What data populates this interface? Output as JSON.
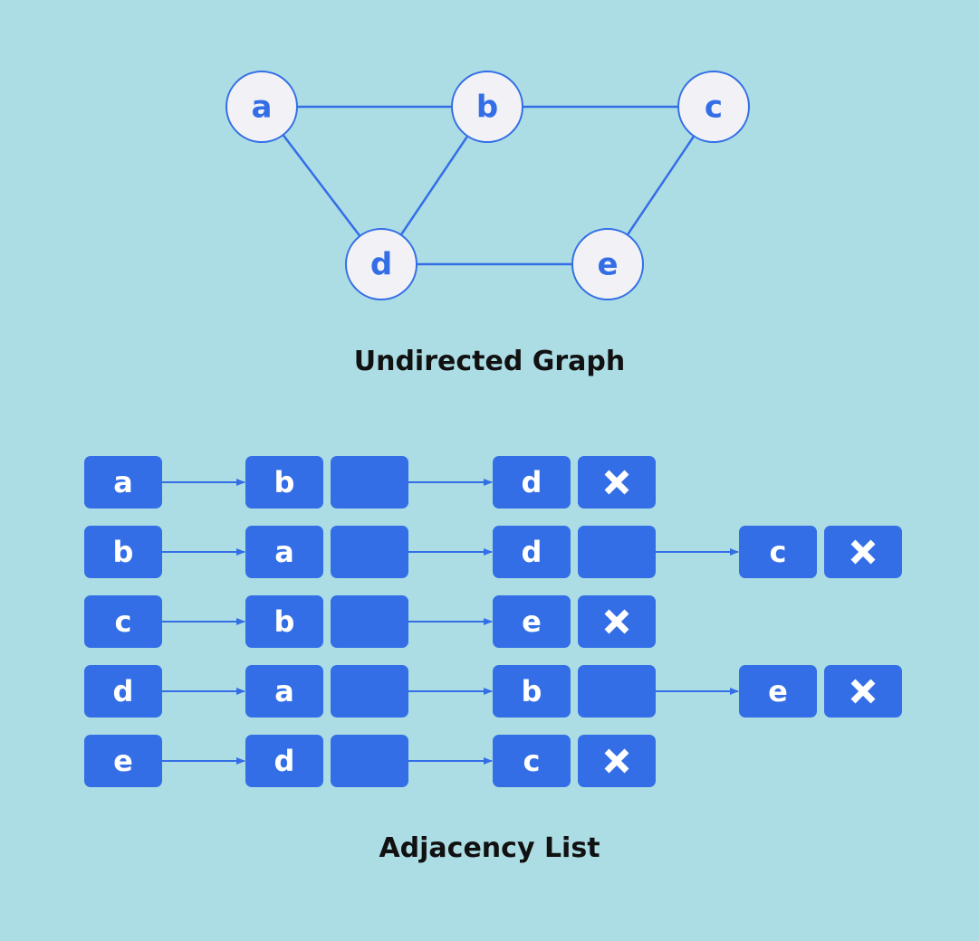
{
  "colors": {
    "background": "#acdde4",
    "accent": "#336ee6",
    "node_fill": "#f2f2f6",
    "text_dark": "#111111"
  },
  "graph": {
    "title": "Undirected Graph",
    "nodes": [
      "a",
      "b",
      "c",
      "d",
      "e"
    ],
    "edges": [
      [
        "a",
        "b"
      ],
      [
        "b",
        "c"
      ],
      [
        "a",
        "d"
      ],
      [
        "b",
        "d"
      ],
      [
        "c",
        "e"
      ],
      [
        "d",
        "e"
      ]
    ]
  },
  "adjacency_list": {
    "title": "Adjacency List",
    "null_symbol": "✕",
    "rows": [
      {
        "head": "a",
        "neighbors": [
          "b",
          "d"
        ]
      },
      {
        "head": "b",
        "neighbors": [
          "a",
          "d",
          "c"
        ]
      },
      {
        "head": "c",
        "neighbors": [
          "b",
          "e"
        ]
      },
      {
        "head": "d",
        "neighbors": [
          "a",
          "b",
          "e"
        ]
      },
      {
        "head": "e",
        "neighbors": [
          "d",
          "c"
        ]
      }
    ]
  }
}
